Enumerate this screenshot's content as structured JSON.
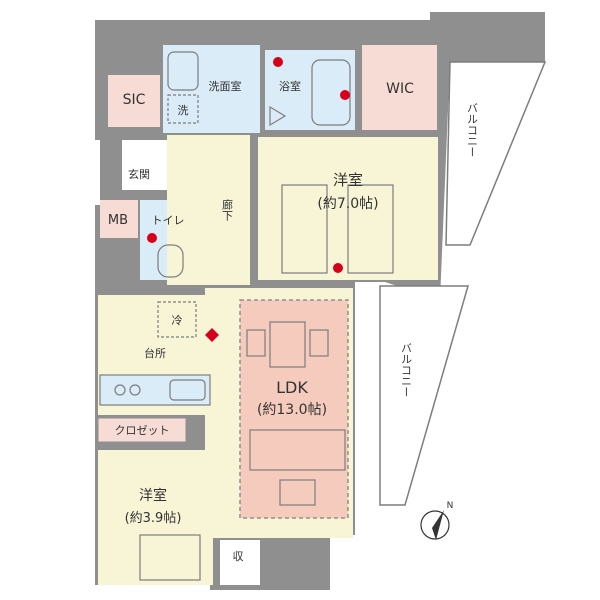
{
  "rooms": {
    "sic": "SIC",
    "washroom": "洗面室",
    "wash_mark": "洗",
    "bathroom": "浴室",
    "wic": "WIC",
    "entrance": "玄関",
    "mb": "MB",
    "toilet": "トイレ",
    "hallway": "廊下",
    "western_room_1": {
      "name": "洋室",
      "size": "(約7.0帖)"
    },
    "fridge_mark": "冷",
    "kitchen": "台所",
    "ldk": {
      "name": "LDK",
      "size": "(約13.0帖)"
    },
    "closet": "クロゼット",
    "western_room_2": {
      "name": "洋室",
      "size": "(約3.9帖)"
    },
    "storage": "収",
    "balcony_upper": "バルコニー",
    "balcony_lower": "バルコニー"
  },
  "compass": {
    "label": "N"
  },
  "colors": {
    "wall": "#8f8f8f",
    "floor_cream": "#f8f4d6",
    "wet_area_blue": "#d9ecf7",
    "pink_room": "#f6dcd4",
    "ldk_pink": "#f4cbbd",
    "balcony_white": "#ffffff",
    "marker_red": "#d7001a"
  }
}
